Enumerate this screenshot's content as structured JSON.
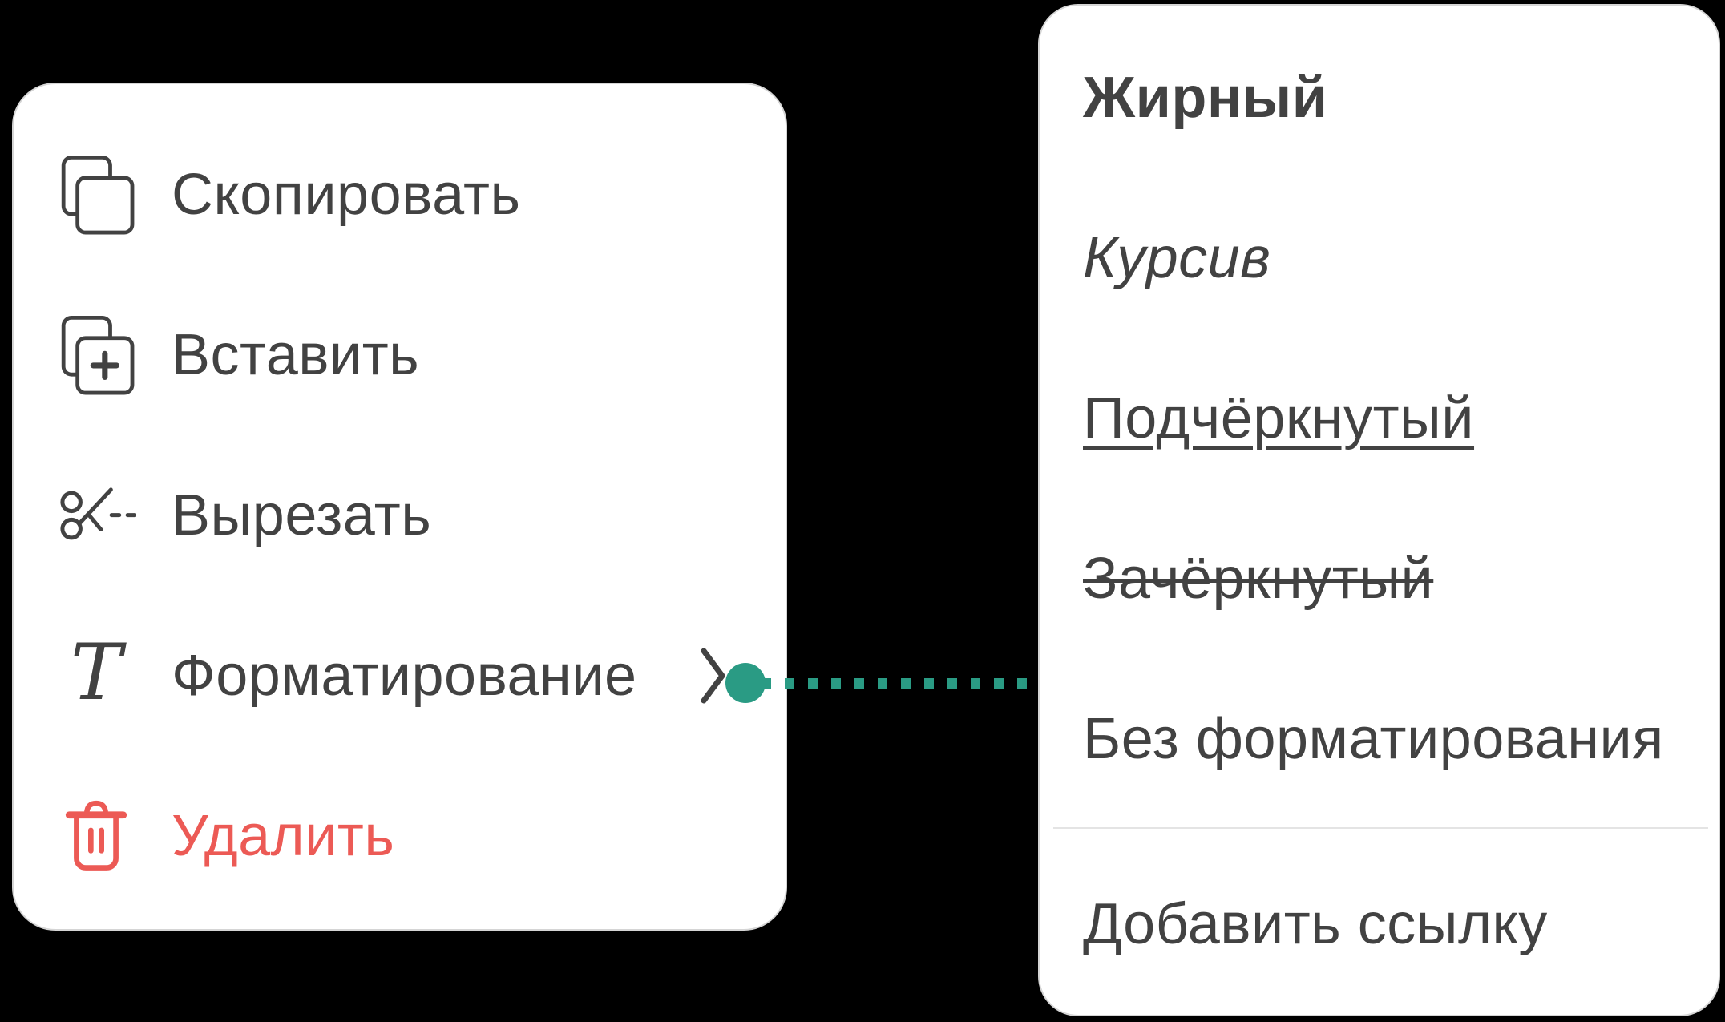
{
  "colors": {
    "background": "#000000",
    "panel_bg": "#ffffff",
    "panel_border": "#d5d5d5",
    "text": "#424242",
    "danger": "#EC5A55",
    "accent_teal": "#2A9B84",
    "divider": "#e4e4e4"
  },
  "context_menu": {
    "items": [
      {
        "label": "Скопировать",
        "icon": "copy-icon"
      },
      {
        "label": "Вставить",
        "icon": "paste-icon"
      },
      {
        "label": "Вырезать",
        "icon": "cut-icon"
      },
      {
        "label": "Форматирование",
        "icon": "format-text-icon",
        "has_submenu": true,
        "submenu_indicator": "chevron-right-icon"
      },
      {
        "label": "Удалить",
        "icon": "trash-icon",
        "danger": true
      }
    ]
  },
  "format_submenu": {
    "items": [
      {
        "label": "Жирный",
        "style": "bold"
      },
      {
        "label": "Курсив",
        "style": "italic"
      },
      {
        "label": "Подчёркнутый",
        "style": "underline"
      },
      {
        "label": "Зачёркнутый",
        "style": "strikethrough"
      },
      {
        "label": "Без форматирования",
        "style": "plain"
      },
      {
        "label": "Добавить ссылку",
        "style": "link",
        "divider_before": true
      }
    ]
  },
  "connector": {
    "type": "dotted-line-with-dot",
    "color": "#2A9B84"
  }
}
